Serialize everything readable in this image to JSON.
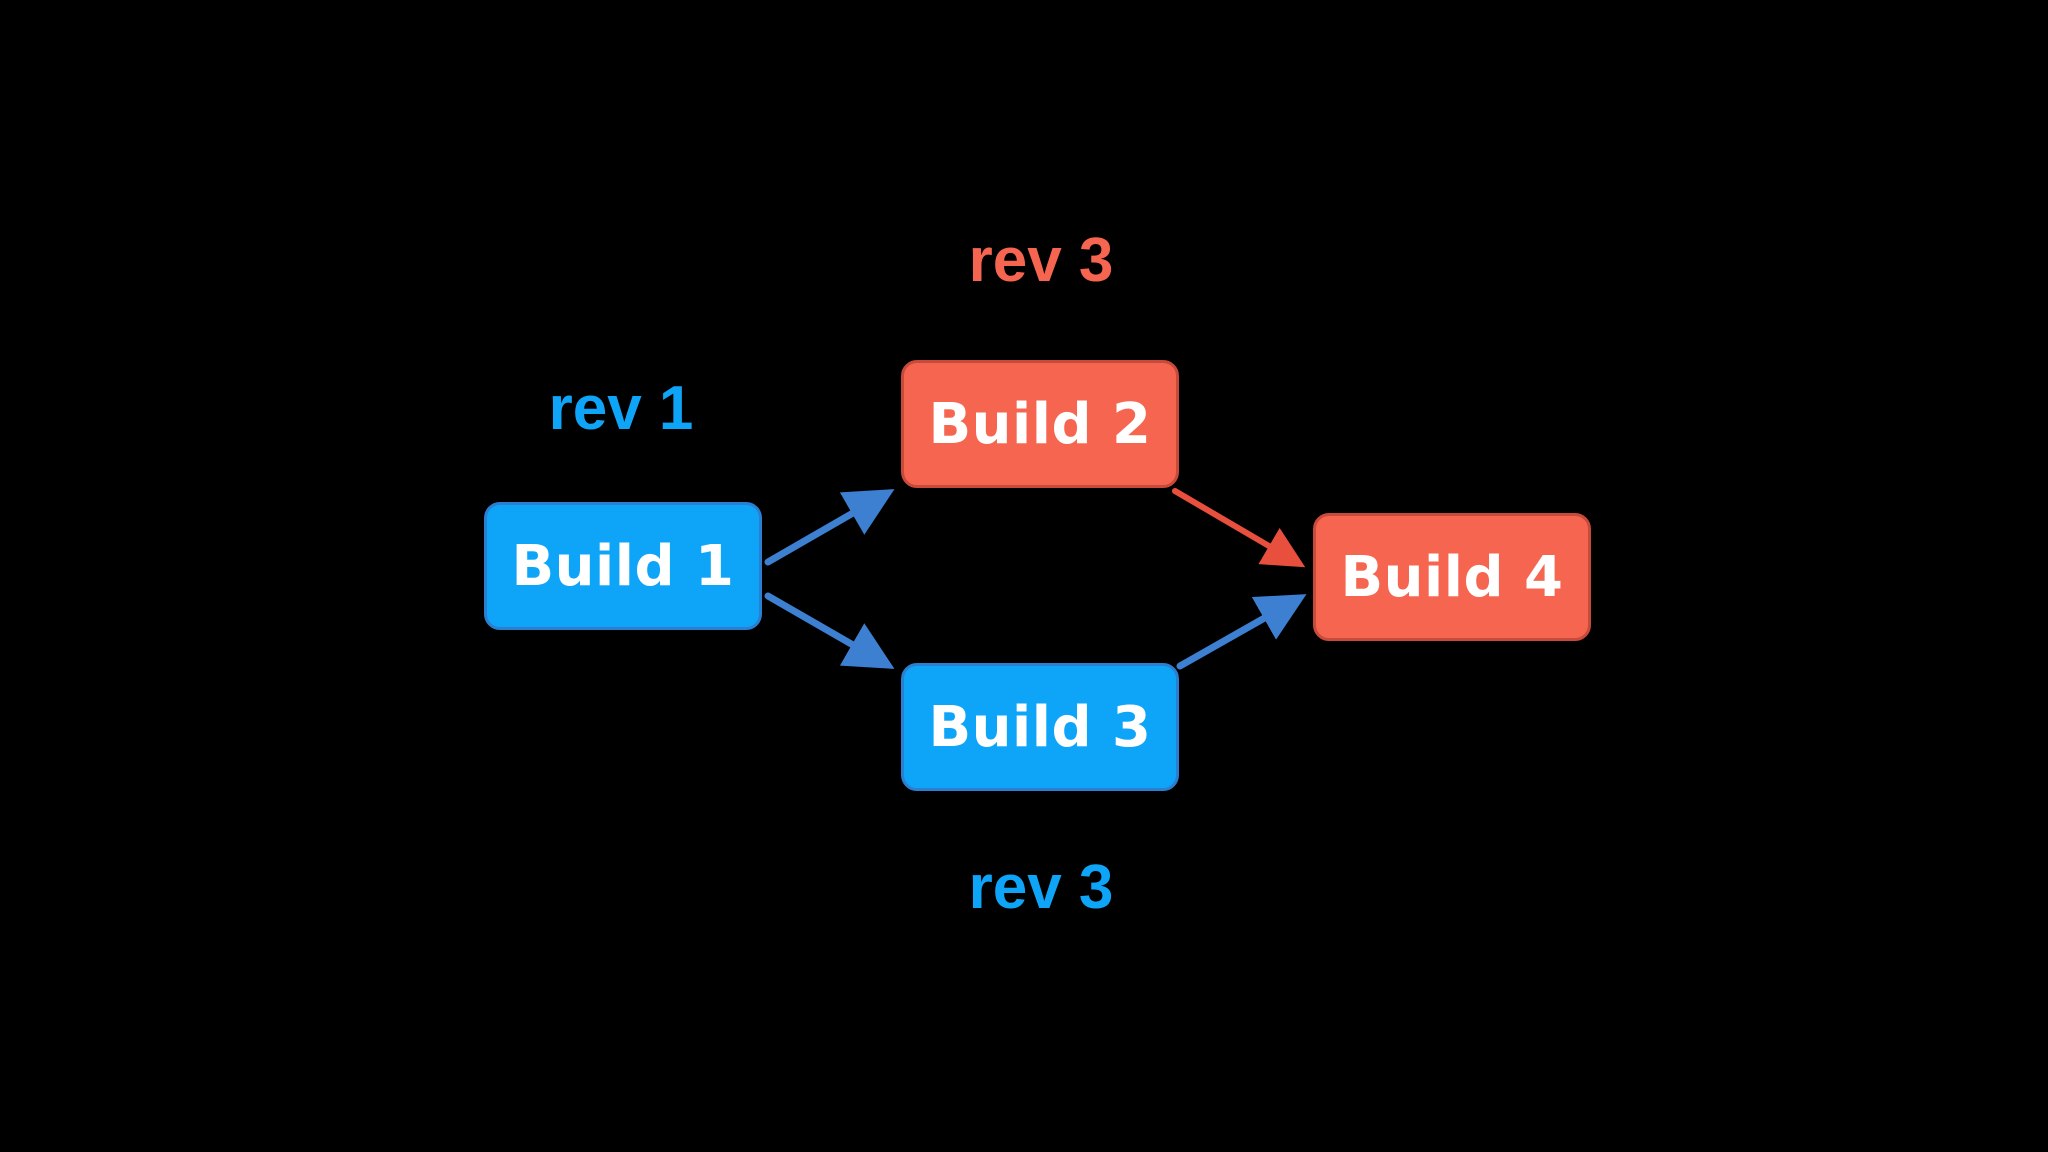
{
  "colors": {
    "background": "#000000",
    "blue": "#0ea5f8",
    "red": "#f6654f",
    "blue_arrow": "#3d7fd0",
    "red_arrow": "#e8503d"
  },
  "nodes": [
    {
      "id": "build1",
      "label": "Build 1",
      "color": "blue"
    },
    {
      "id": "build2",
      "label": "Build 2",
      "color": "red"
    },
    {
      "id": "build3",
      "label": "Build 3",
      "color": "blue"
    },
    {
      "id": "build4",
      "label": "Build 4",
      "color": "red"
    }
  ],
  "labels": {
    "rev_1": "rev 1",
    "rev_3_top": "rev 3",
    "rev_3_bottom": "rev 3"
  },
  "edges": [
    {
      "from": "build1",
      "to": "build2",
      "color": "blue"
    },
    {
      "from": "build1",
      "to": "build3",
      "color": "blue"
    },
    {
      "from": "build2",
      "to": "build4",
      "color": "red"
    },
    {
      "from": "build3",
      "to": "build4",
      "color": "blue"
    }
  ]
}
